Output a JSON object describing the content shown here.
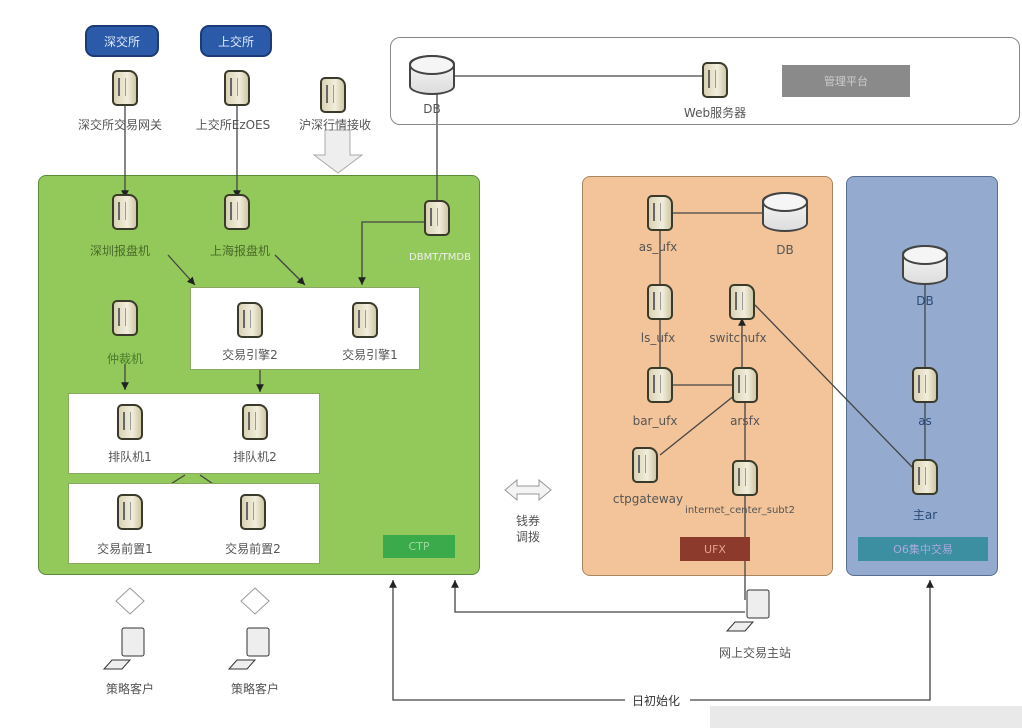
{
  "exchanges": {
    "sz": "深交所",
    "sh": "上交所"
  },
  "top_nodes": {
    "sz_gateway": "深交所交易网关",
    "sh_ezoes": "上交所EzOES",
    "quote_recv": "沪深行情接收"
  },
  "mgmt": {
    "db": "DB",
    "web": "Web服务器",
    "platform": "管理平台"
  },
  "ctp": {
    "sz_offer": "深圳报盘机",
    "sh_offer": "上海报盘机",
    "dbmt": "DBMT/TMDB",
    "engine2": "交易引擎2",
    "engine1": "交易引擎1",
    "arbiter": "仲裁机",
    "queue1": "排队机1",
    "queue2": "排队机2",
    "front1": "交易前置1",
    "front2": "交易前置2",
    "label": "CTP",
    "label_color": "#3aaa4a",
    "bg": "#92c95a"
  },
  "transfer": {
    "line1": "钱券",
    "line2": "调拨"
  },
  "ufx": {
    "as_ufx": "as_ufx",
    "db": "DB",
    "ls_ufx": "ls_ufx",
    "switchufx": "switchufx",
    "bar_ufx": "bar_ufx",
    "arsfx": "arsfx",
    "ctpgateway": "ctpgateway",
    "internet": "internet_center_subt2",
    "label": "UFX",
    "label_color": "#8c3a2c",
    "bg": "#f3c49a"
  },
  "o6": {
    "db": "DB",
    "as": "as",
    "main_ar": "主ar",
    "label": "O6集中交易",
    "label_color": "#3b8fa0",
    "bg": "#94abcf"
  },
  "clients": {
    "c1": "策略客户",
    "c2": "策略客户",
    "web_station": "网上交易主站"
  },
  "init": "日初始化"
}
